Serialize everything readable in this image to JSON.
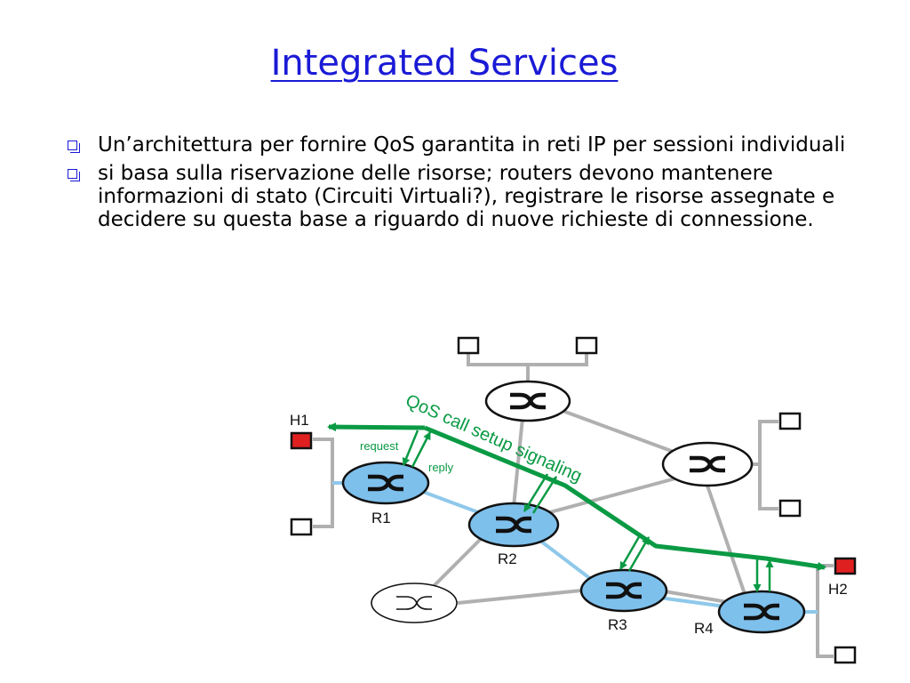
{
  "slide": {
    "title": "Integrated Services",
    "bullets": [
      "Un’architettura per fornire QoS garantita in reti IP per sessioni individuali",
      "si basa  sulla riservazione delle risorse;  routers devono mantenere informazioni di stato (Circuiti Virtuali?), registrare le risorse assegnate e decidere su questa base a riguardo di nuove richieste di connessione."
    ]
  },
  "diagram": {
    "hosts": {
      "h1": "H1",
      "h2": "H2"
    },
    "routers": {
      "r1": "R1",
      "r2": "R2",
      "r3": "R3",
      "r4": "R4"
    },
    "labels": {
      "signaling": "QoS call setup signaling",
      "request": "request",
      "reply": "reply"
    },
    "colors": {
      "title": "#1a1ad6",
      "signal": "#0a9a44",
      "router_fill": "#7ec0ec",
      "host_active": "#e02020",
      "link_gray": "#b0b0b0",
      "link_blue": "#8ec8ea"
    }
  }
}
